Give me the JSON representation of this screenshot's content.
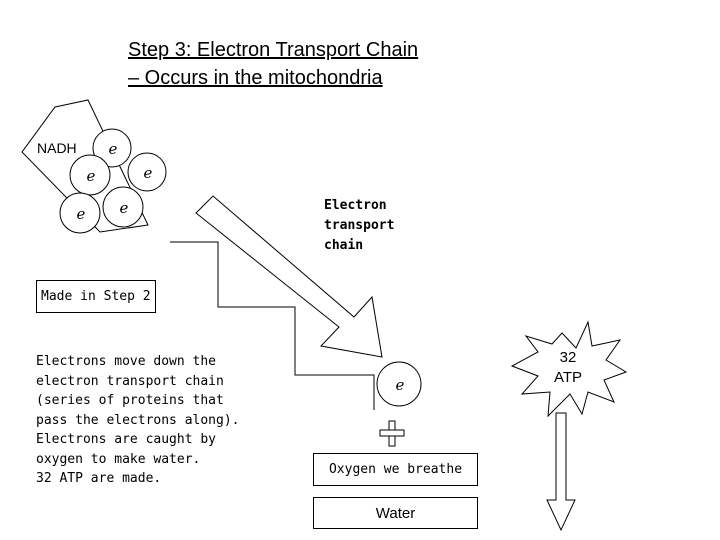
{
  "title": {
    "line1": "Step 3: Electron Transport Chain",
    "line2": "– Occurs in the mitochondria"
  },
  "nadh_label": "NADH",
  "etc_label": {
    "line1": "Electron",
    "line2": "transport",
    "line3": "chain"
  },
  "made_in_step2": "Made in Step 2",
  "description": "Electrons move down the\nelectron transport chain\n(series of proteins that\npass the electrons along).\nElectrons are caught by\noxygen to make water.\n32 ATP are made.",
  "atp_burst": {
    "line1": "32",
    "line2": "ATP"
  },
  "oxygen_box": "Oxygen we breathe",
  "water_box": "Water",
  "plus_sign": "+",
  "colors": {
    "background": "#ffffff",
    "stroke": "#000000"
  }
}
